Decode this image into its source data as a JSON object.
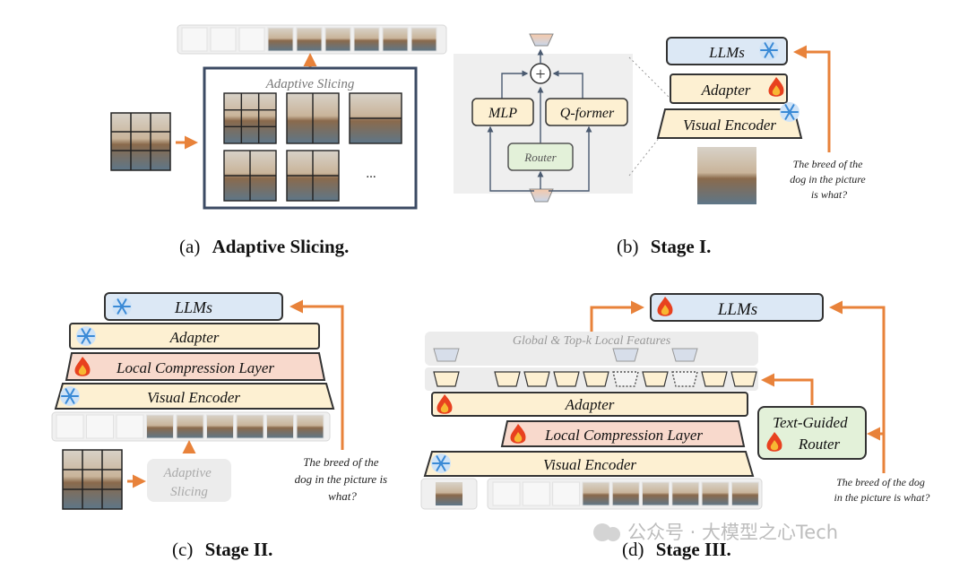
{
  "panel_a": {
    "title": "Adaptive Slicing",
    "ellipsis": "...",
    "caption_prefix": "(a)",
    "caption_bold": "Adaptive Slicing."
  },
  "panel_b": {
    "mlp": "MLP",
    "qformer": "Q-former",
    "router": "Router",
    "plus": "+",
    "llms": "LLMs",
    "adapter": "Adapter",
    "visual_encoder": "Visual Encoder",
    "question": [
      "The breed of the",
      "dog in the picture",
      "is what?"
    ],
    "caption_prefix": "(b)",
    "caption_bold": "Stage I."
  },
  "panel_c": {
    "llms": "LLMs",
    "adapter": "Adapter",
    "local_compression": "Local Compression Layer",
    "visual_encoder": "Visual Encoder",
    "adaptive_slicing": [
      "Adaptive",
      "Slicing"
    ],
    "question": [
      "The breed of the",
      "dog in the picture is",
      "what?"
    ],
    "caption_prefix": "(c)",
    "caption_bold": "Stage II."
  },
  "panel_d": {
    "llms": "LLMs",
    "global_local": "Global & Top-k Local Features",
    "adapter": "Adapter",
    "local_compression": "Local Compression Layer",
    "visual_encoder": "Visual Encoder",
    "router": [
      "Text-Guided",
      "Router"
    ],
    "question": [
      "The breed of the dog",
      "in the picture is what?"
    ],
    "caption_prefix": "(d)",
    "caption_bold": "Stage III."
  },
  "watermark": "公众号 · 大模型之心Tech",
  "colors": {
    "arrow": "#e8823a",
    "llm_fill": "#dce8f5",
    "adapter_fill": "#fdf0d2",
    "compress_fill": "#f8d9cc",
    "router_fill": "#e3f1d9",
    "frame": "#3b4a63"
  }
}
